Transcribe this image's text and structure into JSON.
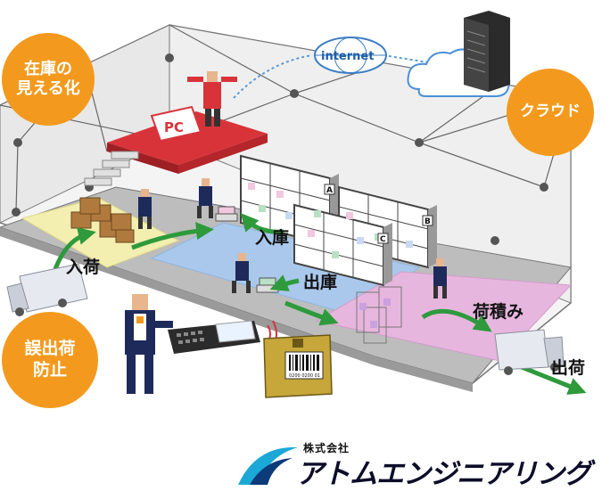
{
  "badges": {
    "visibility": [
      "在庫の",
      "見える化"
    ],
    "cloud": [
      "クラウド"
    ],
    "mispick": [
      "誤出荷",
      "防止"
    ]
  },
  "labels": {
    "receiving": "入荷",
    "storing": "入庫",
    "picking": "出庫",
    "loading": "荷積み",
    "shipping": "出荷"
  },
  "pc_label": "PC",
  "internet_label": "internet",
  "rack_letters": [
    "A",
    "B",
    "C"
  ],
  "barcode_number": "0200 0200 01",
  "company": {
    "prefix": "株式会社",
    "name": "アトムエンジニアリング"
  },
  "colors": {
    "badge": "#f39a1e",
    "arrow": "#2e9a3c",
    "zone_receiving": "#f3efb0",
    "zone_storage": "#a9c8ec",
    "zone_loading": "#e7b6de",
    "platform": "#d9333a",
    "floor": "#bdbdbd",
    "wall": "#f2f2f2"
  }
}
